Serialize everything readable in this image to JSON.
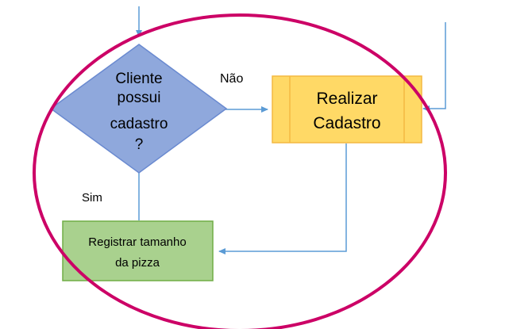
{
  "decision": {
    "lines": [
      "Cliente",
      "possui",
      "cadastro",
      "?"
    ]
  },
  "labels": {
    "no": "Não",
    "yes": "Sim"
  },
  "process_register": {
    "lines": [
      "Realizar",
      "Cadastro"
    ]
  },
  "process_size": {
    "lines": [
      "Registrar tamanho",
      "da pizza"
    ]
  },
  "colors": {
    "decision_fill": "#8FA8DC",
    "decision_stroke": "#6A8AD0",
    "register_fill": "#FFD966",
    "register_stroke": "#F4B942",
    "size_fill": "#A9D18E",
    "size_stroke": "#70AD47",
    "connector": "#5B9BD5",
    "highlight_ellipse": "#CC0066"
  }
}
